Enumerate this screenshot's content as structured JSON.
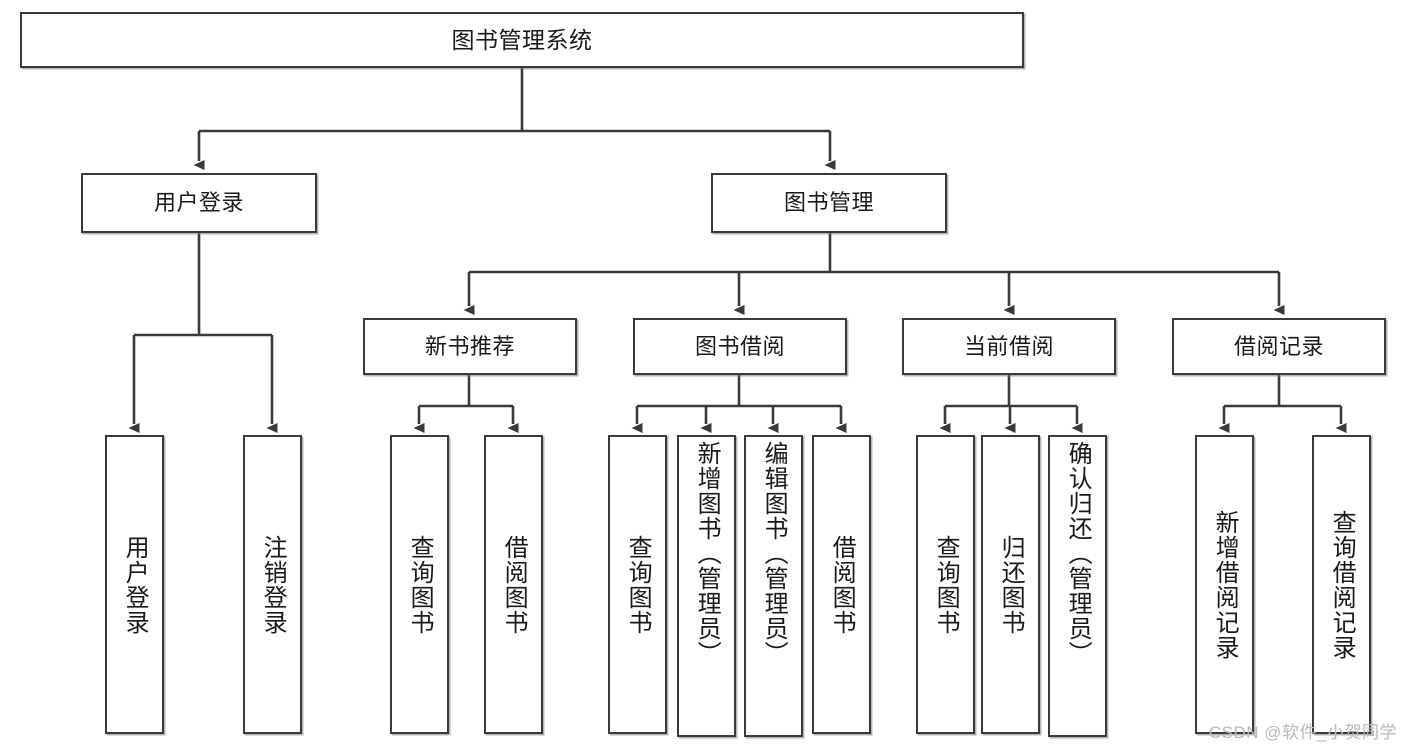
{
  "diagram": {
    "type": "tree-hierarchy",
    "title": "图书管理系统",
    "watermark": "CSDN @软件_小贺同学",
    "colors": {
      "box_border": "#3a3a3a",
      "box_fill": "#ffffff",
      "connector": "#3a3a3a",
      "text": "#1a1a1a",
      "watermark": "#b9b9b9"
    },
    "root": {
      "label": "图书管理系统"
    },
    "level2": [
      {
        "id": "user-login",
        "label": "用户登录"
      },
      {
        "id": "book-management",
        "label": "图书管理"
      }
    ],
    "level3": [
      {
        "id": "new-book-recommend",
        "label": "新书推荐"
      },
      {
        "id": "book-borrow",
        "label": "图书借阅"
      },
      {
        "id": "current-borrow",
        "label": "当前借阅"
      },
      {
        "id": "borrow-record",
        "label": "借阅记录"
      }
    ],
    "leaves": {
      "user_login": [
        {
          "id": "leaf-user-login",
          "label": "用户登录"
        },
        {
          "id": "leaf-logout-login",
          "label": "注销登录"
        }
      ],
      "new_book_recommend": [
        {
          "id": "leaf-query-book-1",
          "label": "查询图书"
        },
        {
          "id": "leaf-borrow-book-1",
          "label": "借阅图书"
        }
      ],
      "book_borrow": [
        {
          "id": "leaf-query-book-2",
          "label": "查询图书"
        },
        {
          "id": "leaf-add-book",
          "label": "新增图书（管理员）"
        },
        {
          "id": "leaf-edit-book",
          "label": "编辑图书（管理员）"
        },
        {
          "id": "leaf-borrow-book-2",
          "label": "借阅图书"
        }
      ],
      "current_borrow": [
        {
          "id": "leaf-query-book-3",
          "label": "查询图书"
        },
        {
          "id": "leaf-return-book",
          "label": "归还图书"
        },
        {
          "id": "leaf-confirm-return",
          "label": "确认归还（管理员）"
        }
      ],
      "borrow_record": [
        {
          "id": "leaf-add-record",
          "label": "新增借阅记录"
        },
        {
          "id": "leaf-query-record",
          "label": "查询借阅记录"
        }
      ]
    }
  }
}
